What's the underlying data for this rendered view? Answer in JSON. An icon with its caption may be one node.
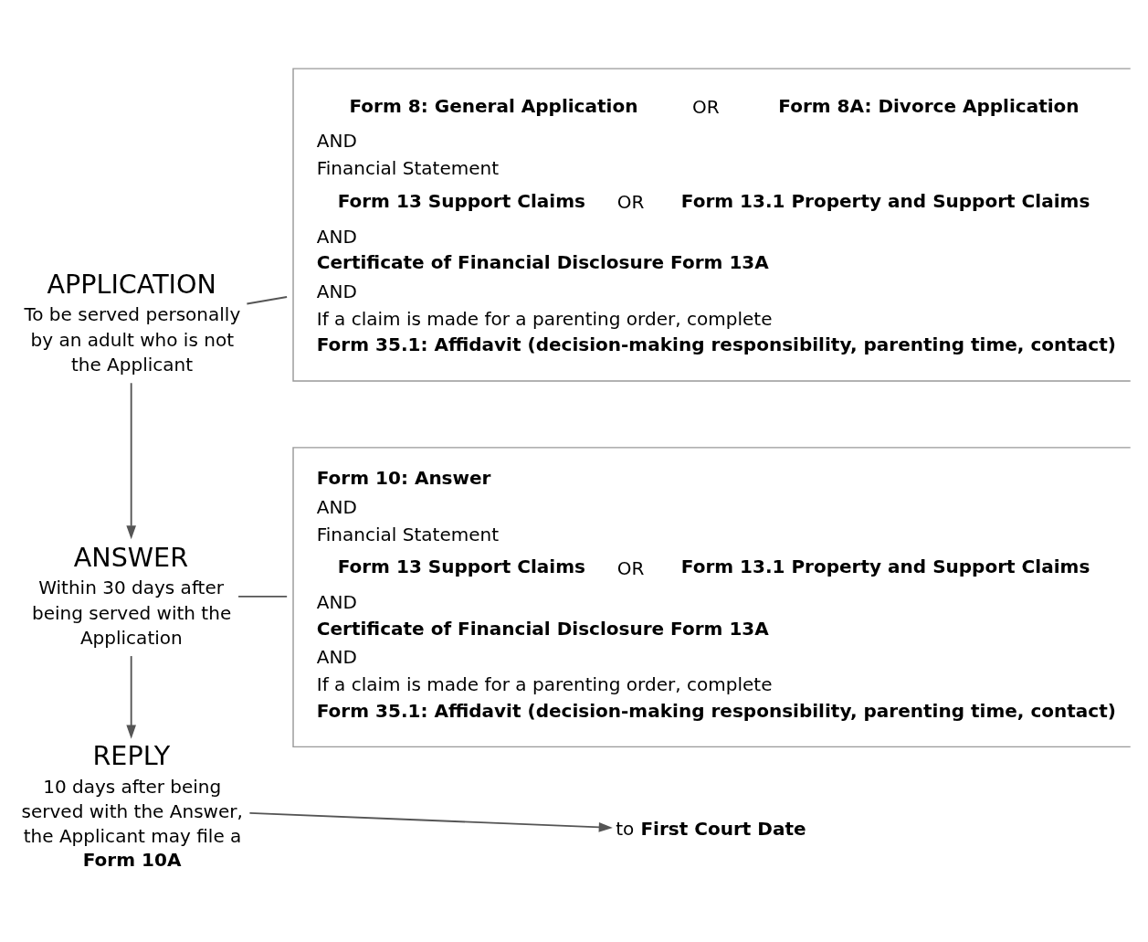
{
  "diagram": {
    "nodes": [
      {
        "text": [
          "APPLICATION",
          "To be served personally by an adult who is not the Applicant"
        ]
      },
      {
        "text": [
          "**Form 8: General Application** OR **Form 8A: Divorce Application**",
          "AND",
          "Financial Statement",
          "**Form 13 Support Claims** OR **Form 13.1 Property and Support Claims**",
          "AND",
          "**Certificate of Financial Disclosure Form 13A**",
          "AND",
          "If a claim is made for a parenting order, complete",
          "**Form 35.1: Affidavit (decision-making responsibility, parenting time, contact)**"
        ]
      },
      {
        "text": [
          "ANSWER",
          "Within 30 days after being served with the Application"
        ]
      },
      {
        "text": [
          "**Form 10: Answer**",
          "AND",
          "Financial Statement",
          "**Form 13 Support Claims** OR **Form 13.1 Property and Support Claims**",
          "AND",
          "**Certificate of Financial Disclosure Form 13A**",
          "AND",
          "If a claim is made for a parenting order, complete",
          "**Form 35.1: Affidavit (decision-making responsibility, parenting time, contact)**"
        ]
      },
      {
        "text": [
          "REPLY",
          "10 days after being served with the Answer, the Applicant may file a **Form 10A**"
        ]
      },
      {
        "text": [
          "to **First Court Date**"
        ]
      }
    ],
    "edges": [
      {
        "from": 0,
        "to": 1,
        "arrow": "none"
      },
      {
        "from": 0,
        "to": 2,
        "arrow": "to"
      },
      {
        "from": 2,
        "to": 3,
        "arrow": "none"
      },
      {
        "from": 2,
        "to": 4,
        "arrow": "to"
      },
      {
        "from": 4,
        "to": 5,
        "arrow": "to"
      }
    ]
  }
}
